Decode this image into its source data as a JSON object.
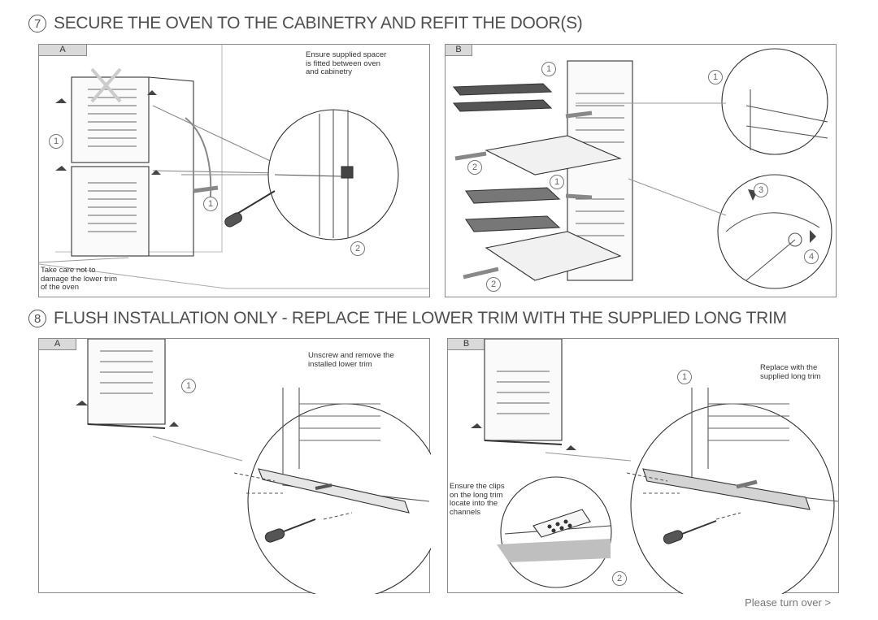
{
  "section7": {
    "number": "7",
    "title": "SECURE THE OVEN TO THE CABINETRY AND REFIT THE DOOR(S)",
    "panel_a": {
      "tag": "A",
      "note_spacer": [
        "Ensure supplied spacer",
        "is fitted between oven",
        "and cabinetry"
      ],
      "note_trim": [
        "Take care not to",
        "damage the lower trim",
        "of the oven"
      ],
      "steps": [
        "1",
        "1",
        "2"
      ]
    },
    "panel_b": {
      "tag": "B",
      "steps": [
        "1",
        "1",
        "1",
        "2",
        "2",
        "3",
        "4"
      ]
    }
  },
  "section8": {
    "number": "8",
    "title": "FLUSH INSTALLATION ONLY - REPLACE THE LOWER TRIM WITH THE SUPPLIED LONG TRIM",
    "panel_a": {
      "tag": "A",
      "note_unscrew": [
        "Unscrew and remove the",
        "installed lower trim"
      ],
      "steps": [
        "1"
      ]
    },
    "panel_b": {
      "tag": "B",
      "note_replace": [
        "Replace with the",
        "supplied long trim"
      ],
      "note_clips": [
        "Ensure the clips",
        "on the long trim",
        "locate into the",
        "channels"
      ],
      "steps": [
        "1",
        "2"
      ]
    }
  },
  "footer": {
    "label": "Please turn over >"
  }
}
